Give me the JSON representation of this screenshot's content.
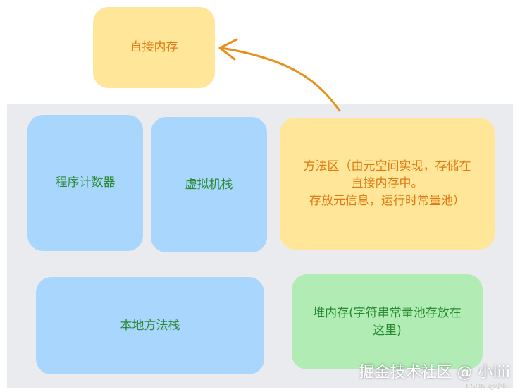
{
  "nodes": {
    "direct_memory": "直接内存",
    "program_counter": "程序计数器",
    "vm_stack": "虚拟机栈",
    "method_area": "方法区（由元空间实现，存储在\n直接内存中。\n存放元信息，运行时常量池）",
    "native_stack": "本地方法栈",
    "heap": "堆内存(字符串常量池存放在\n这里)"
  },
  "watermark": {
    "main": "掘金技术社区 @ 小liii",
    "small": "CSDN @小liii"
  },
  "colors": {
    "blue": "#a9d6fd",
    "yellow": "#ffe699",
    "green": "#b0ecb4",
    "green_text": "#2a8a34",
    "orange_text": "#e07a10",
    "arrow": "#e8901c",
    "region": "#e9ebee"
  }
}
